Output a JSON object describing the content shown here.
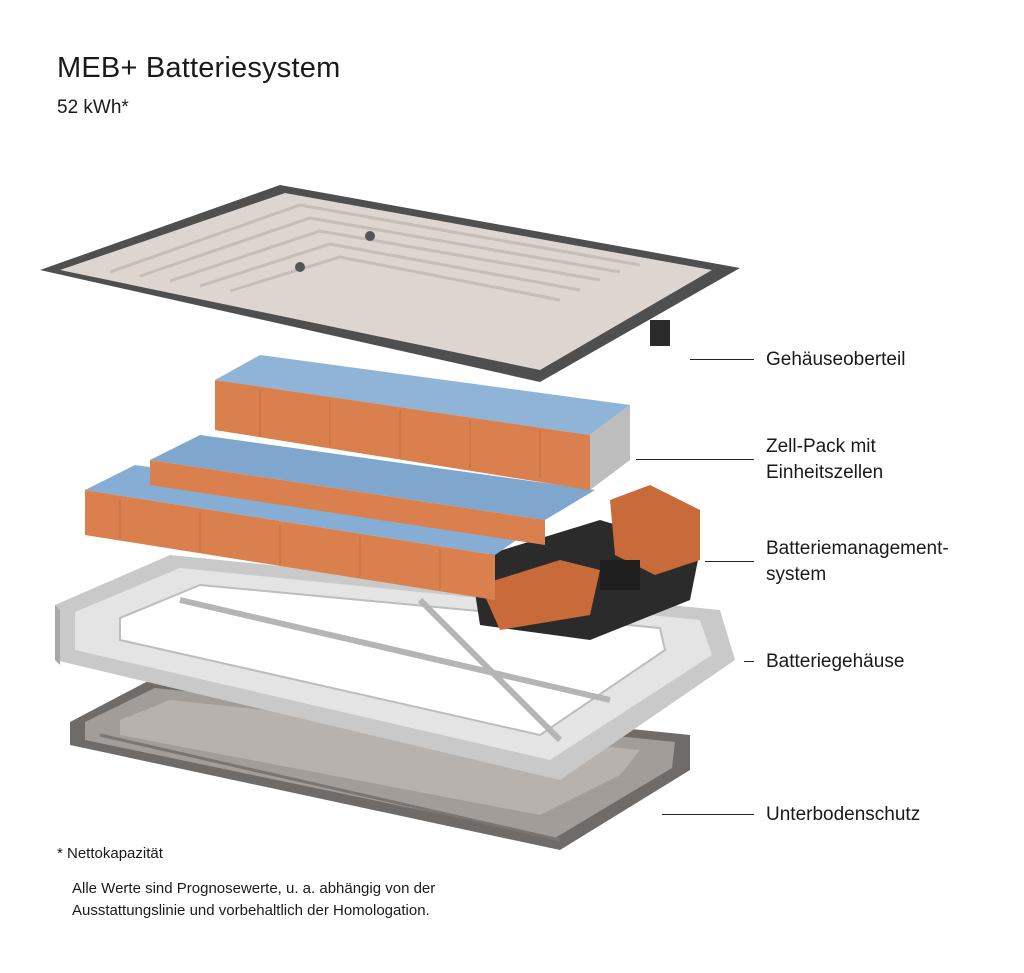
{
  "header": {
    "title": "MEB+ Batteriesystem",
    "subtitle": "52 kWh*"
  },
  "labels": [
    "Gehäuseoberteil",
    "Zell-Pack mit\nEinheitszellen",
    "Batteriemanagement-\nsystem",
    "Batteriegehäuse",
    "Unterbodenschutz"
  ],
  "footnote": "* Nettokapazität",
  "disclaimer": "Alle Werte sind Prognosewerte, u. a. abhängig von der\nAusstattungslinie und vorbehaltlich der Homologation.",
  "colors": {
    "cover": "#d9d2cc",
    "cover_edge": "#5a5a5a",
    "cell_top": "#7fa6cc",
    "cell_side": "#d9804e",
    "bms": "#c86a3a",
    "housing": "#d6d6d6",
    "skid_plate": "#8a8682"
  }
}
